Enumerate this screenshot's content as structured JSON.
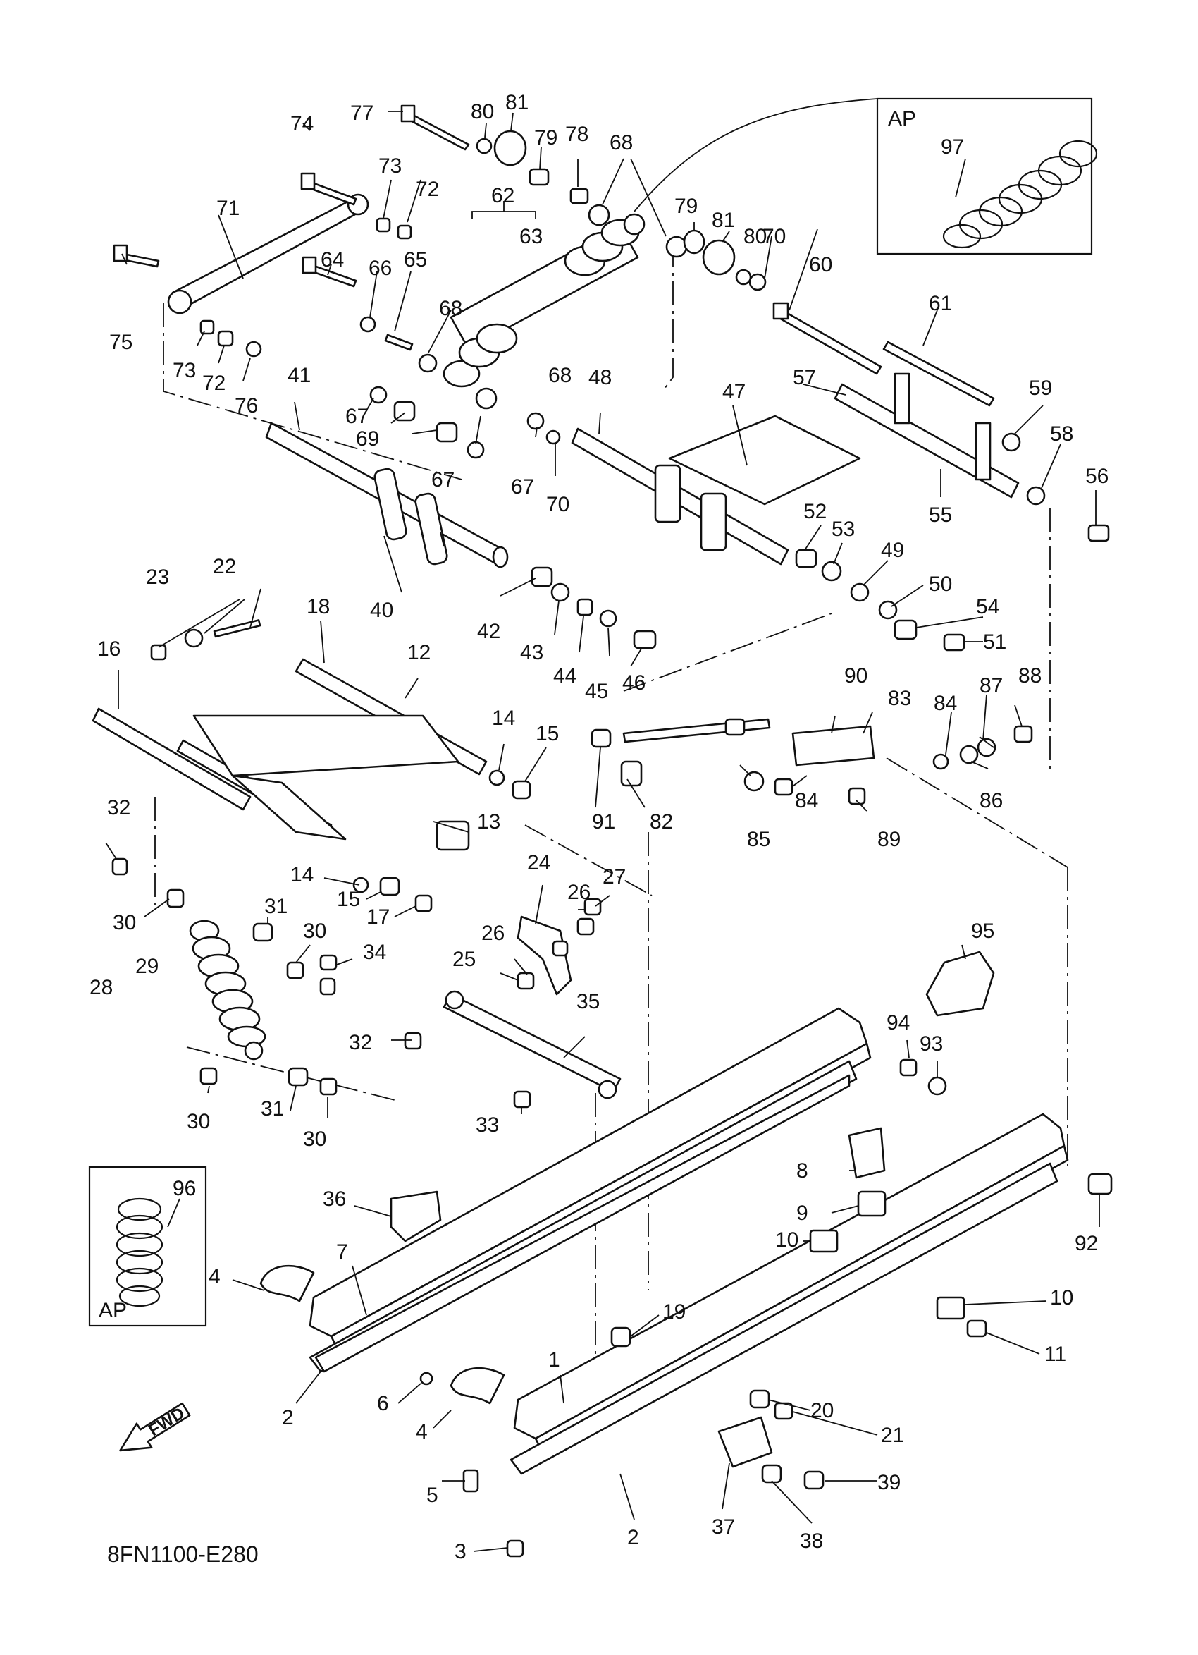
{
  "diagram_code": "8FN1100-E280",
  "fwd_label": "FWD",
  "inset_top": {
    "label": "AP",
    "part_number": "97"
  },
  "inset_bottom": {
    "label": "AP",
    "part_number": "96"
  },
  "callouts": [
    "74",
    "77",
    "80",
    "81",
    "79",
    "78",
    "68",
    "73",
    "72",
    "62",
    "71",
    "63",
    "64",
    "66",
    "65",
    "68",
    "75",
    "73",
    "72",
    "76",
    "41",
    "67",
    "69",
    "67",
    "68",
    "48",
    "47",
    "57",
    "60",
    "61",
    "59",
    "58",
    "56",
    "55",
    "67",
    "70",
    "40",
    "52",
    "53",
    "49",
    "50",
    "54",
    "51",
    "42",
    "43",
    "44",
    "45",
    "46",
    "22",
    "23",
    "18",
    "12",
    "16",
    "14",
    "15",
    "90",
    "83",
    "84",
    "87",
    "88",
    "91",
    "82",
    "85",
    "84",
    "86",
    "89",
    "32",
    "13",
    "14",
    "15",
    "17",
    "24",
    "26",
    "27",
    "31",
    "30",
    "30",
    "34",
    "26",
    "25",
    "29",
    "28",
    "35",
    "32",
    "95",
    "94",
    "93",
    "30",
    "31",
    "30",
    "33",
    "96",
    "8",
    "36",
    "9",
    "10",
    "92",
    "4",
    "7",
    "19",
    "10",
    "11",
    "1",
    "2",
    "20",
    "6",
    "21",
    "4",
    "5",
    "39",
    "37",
    "38",
    "2",
    "3",
    "79",
    "81",
    "80",
    "70"
  ],
  "colors": {
    "line": "#111111",
    "background": "#ffffff"
  }
}
